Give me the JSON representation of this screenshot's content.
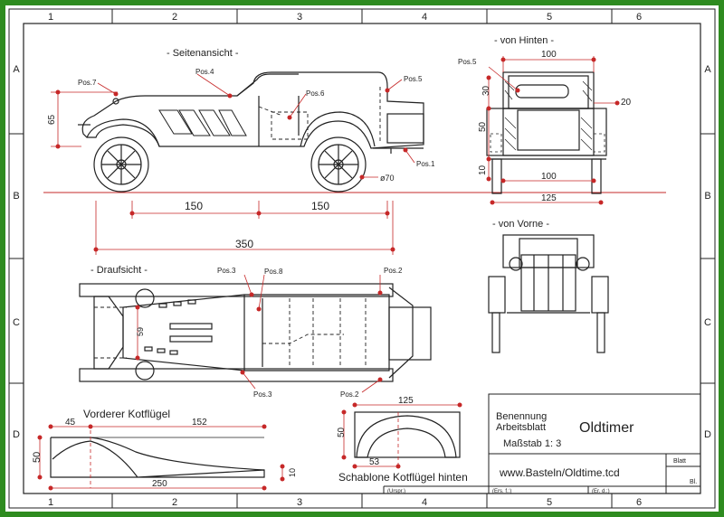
{
  "frame": {
    "columns": [
      "1",
      "2",
      "3",
      "4",
      "5",
      "6"
    ],
    "rows": [
      "A",
      "B",
      "C",
      "D"
    ]
  },
  "views": {
    "side": "- Seitenansicht -",
    "rear": "- von Hinten -",
    "front": "- von Vorne -",
    "top": "- Draufsicht -"
  },
  "positions": {
    "pos7": "Pos.7",
    "pos4": "Pos.4",
    "pos6": "Pos.6",
    "pos5_side": "Pos.5",
    "pos1": "Pos.1",
    "pos5_rear": "Pos.5",
    "pos3_top": "Pos.3",
    "pos8": "Pos.8",
    "pos2_top": "Pos.2",
    "pos3_bottom": "Pos.3",
    "pos2_bottom": "Pos.2"
  },
  "dimensions": {
    "side_height": "65",
    "wheel": "ø70",
    "span_left": "150",
    "span_right": "150",
    "overall": "350",
    "rear_top": "100",
    "rear_30": "30",
    "rear_20": "20",
    "rear_50": "50",
    "rear_10": "10",
    "rear_mid": "100",
    "rear_bottom": "125",
    "top_59": "59",
    "fender_45": "45",
    "fender_152": "152",
    "fender_50": "50",
    "fender_250": "250",
    "fender_10": "10",
    "tmpl_125": "125",
    "tmpl_50": "50",
    "tmpl_53": "53"
  },
  "parts": {
    "front_fender": "Vorderer Kotflügel",
    "rear_template": "Schablone Kotflügel hinten"
  },
  "titleblock": {
    "benennung": "Benennung",
    "arbeitsblatt": "Arbeitsblatt",
    "title": "Oldtimer",
    "scale": "Maßstab 1: 3",
    "url": "www.Basteln/Oldtime.tcd",
    "blatt": "Blatt",
    "bl": "Bl.",
    "urspr": "(Urspr.)",
    "ers_f": "(Ers. f.:)",
    "ers_d": "(Er. d.:)"
  }
}
